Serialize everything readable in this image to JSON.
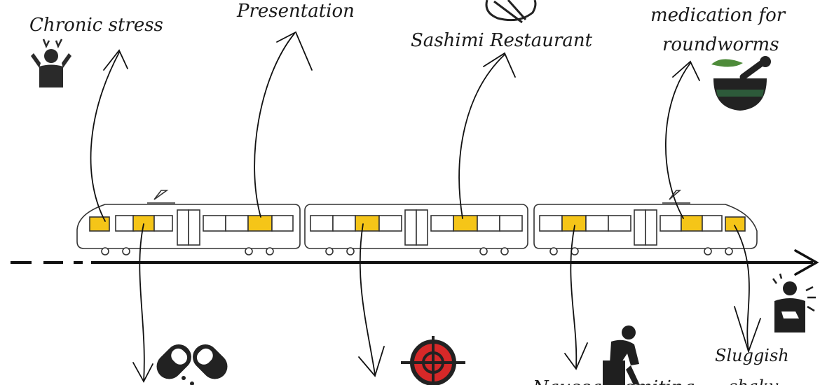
{
  "timeline": {
    "events_above": [
      {
        "label": "Chronic stress",
        "icon": "stressed-person-icon"
      },
      {
        "label": "Presentation",
        "icon": ""
      },
      {
        "label": "Sashimi Restaurant",
        "icon": "plate-chopsticks-icon"
      },
      {
        "label_line1": "medication for",
        "label_line2": "roundworms",
        "icon": "mortar-pestle-icon"
      }
    ],
    "events_below": [
      {
        "label": "",
        "icon": "capsules-icon"
      },
      {
        "label": "",
        "icon": "target-icon"
      },
      {
        "label": "Nausea, vomiting",
        "icon": "sitting-sad-person-icon"
      },
      {
        "label_line1": "Sluggish",
        "label_line2": "shaky",
        "icon": "chest-pain-person-icon"
      }
    ]
  },
  "colors": {
    "window_accent": "#f5c518",
    "ink": "#1a1a1a",
    "target_red": "#d62828",
    "mortar_green": "#2d5a3a",
    "leaf_green": "#4e8b3a"
  }
}
